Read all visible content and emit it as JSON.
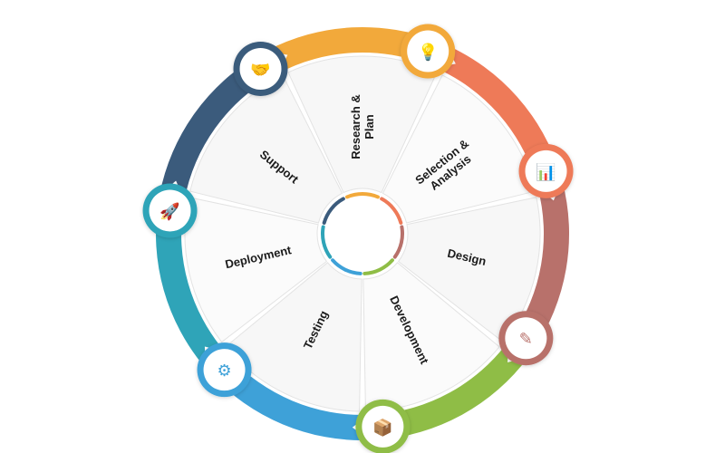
{
  "diagram": {
    "stages": [
      {
        "id": "research",
        "lines": [
          "Research &",
          "Plan"
        ],
        "color": "#f2a93b",
        "icon": "research-bulb-icon"
      },
      {
        "id": "selection",
        "lines": [
          "Selection &",
          "Analysis"
        ],
        "color": "#ee7a58",
        "icon": "analysis-chart-icon"
      },
      {
        "id": "design",
        "lines": [
          "Design"
        ],
        "color": "#b8716b",
        "icon": "design-pencil-icon"
      },
      {
        "id": "development",
        "lines": [
          "Development"
        ],
        "color": "#8fbd46",
        "icon": "development-box-icon"
      },
      {
        "id": "testing",
        "lines": [
          "Testing"
        ],
        "color": "#3ea1d8",
        "icon": "testing-gears-icon"
      },
      {
        "id": "deployment",
        "lines": [
          "Deployment"
        ],
        "color": "#2fa4b8",
        "icon": "deployment-rocket-icon"
      },
      {
        "id": "support",
        "lines": [
          "Support"
        ],
        "color": "#3b5b7c",
        "icon": "support-handshake-icon"
      }
    ]
  }
}
